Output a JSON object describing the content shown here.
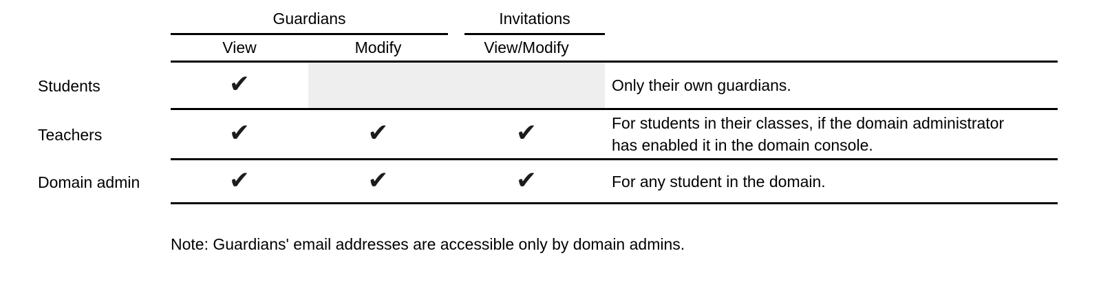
{
  "table": {
    "column_groups": {
      "guardians": "Guardians",
      "invitations": "Invitations"
    },
    "columns": {
      "view": "View",
      "modify": "Modify",
      "view_modify": "View/Modify"
    },
    "rows": [
      {
        "label": "Students",
        "guardians_view": true,
        "guardians_modify": false,
        "invitations_view_modify": false,
        "shaded_disabled_cells": true,
        "note": "Only their own guardians."
      },
      {
        "label": "Teachers",
        "guardians_view": true,
        "guardians_modify": true,
        "invitations_view_modify": true,
        "shaded_disabled_cells": false,
        "note": "For students in their classes, if the domain administrator\nhas enabled it in the domain console."
      },
      {
        "label": "Domain admin",
        "guardians_view": true,
        "guardians_modify": true,
        "invitations_view_modify": true,
        "shaded_disabled_cells": false,
        "note": "For any student in the domain."
      }
    ]
  },
  "glyphs": {
    "check": "✔"
  },
  "colors": {
    "text": "#000000",
    "rule": "#000000",
    "shaded_cell": "#eeeeee",
    "check": "#1c1c1c"
  },
  "footnote": "Note: Guardians' email addresses are accessible only by domain admins."
}
